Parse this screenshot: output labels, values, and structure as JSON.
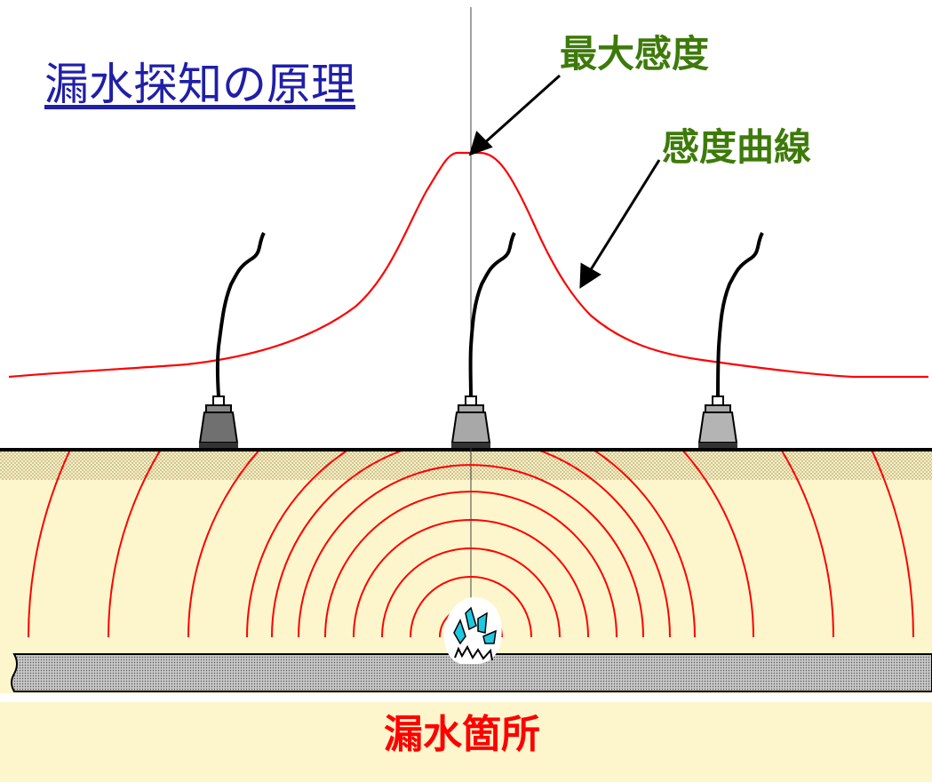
{
  "title": "漏水探知の原理",
  "labels": {
    "max_sensitivity": "最大感度",
    "sensitivity_curve": "感度曲線",
    "leak_point": "漏水箇所"
  },
  "colors": {
    "title": "#1f1fa8",
    "annotation": "#3d7a0a",
    "leak_label": "#ff0000",
    "curve": "#ff0000",
    "waves": "#ff0000",
    "soil": "#fdf6cc",
    "water": "#1ec8e0"
  },
  "icons": [
    "sensor-icon",
    "water-spray-icon"
  ]
}
